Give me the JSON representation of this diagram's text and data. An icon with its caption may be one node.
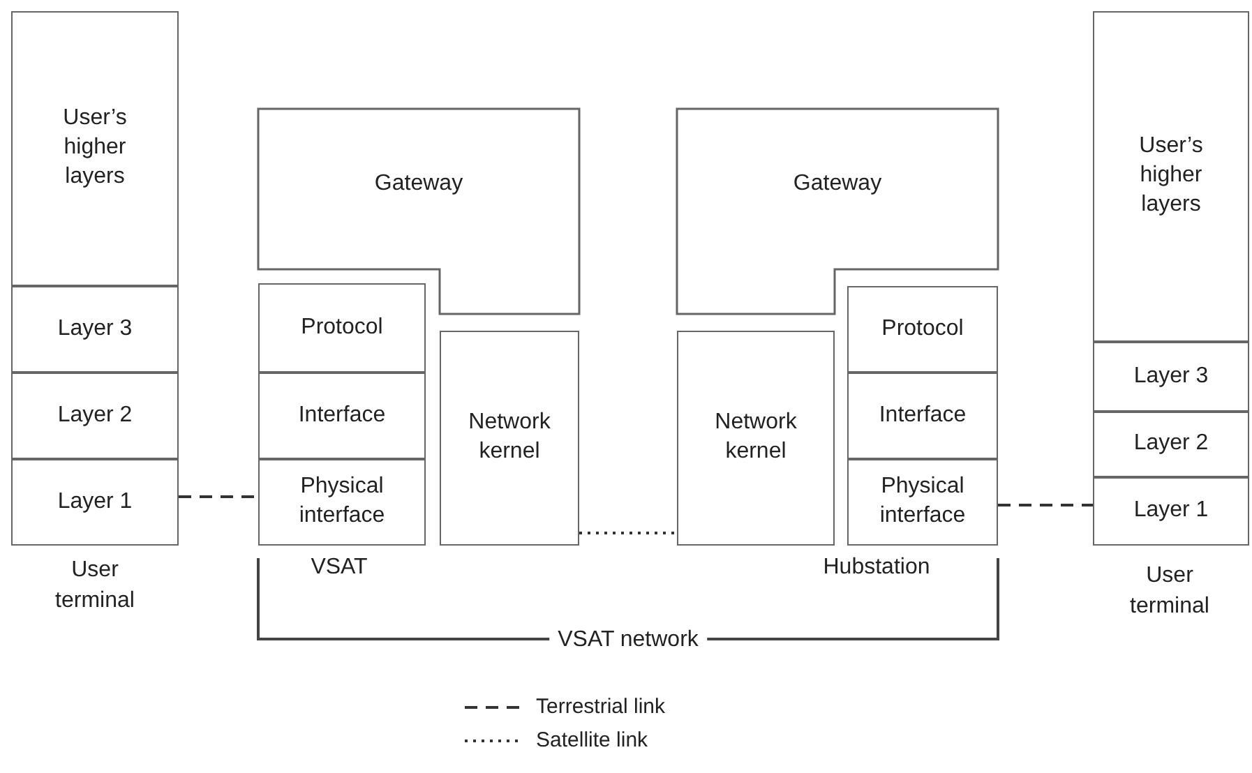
{
  "diagram": {
    "nodes": [
      {
        "text": [
          "User’s higher layers"
        ]
      },
      {
        "text": [
          "Layer 3"
        ]
      },
      {
        "text": [
          "Layer 2"
        ]
      },
      {
        "text": [
          "Layer 1"
        ]
      },
      {
        "text": [
          "Gateway"
        ]
      },
      {
        "text": [
          "Protocol"
        ]
      },
      {
        "text": [
          "Interface"
        ]
      },
      {
        "text": [
          "Physical interface"
        ]
      },
      {
        "text": [
          "Network kernel"
        ]
      },
      {
        "text": [
          "Network kernel"
        ]
      },
      {
        "text": [
          "Gateway"
        ]
      },
      {
        "text": [
          "Protocol"
        ]
      },
      {
        "text": [
          "Interface"
        ]
      },
      {
        "text": [
          "Physical interface"
        ]
      },
      {
        "text": [
          "User’s higher layers"
        ]
      },
      {
        "text": [
          "Layer 3"
        ]
      },
      {
        "text": [
          "Layer 2"
        ]
      },
      {
        "text": [
          "Layer 1"
        ]
      }
    ],
    "edges": [
      {
        "from": 3,
        "to": 7,
        "arrow": "none",
        "style": "dashed"
      },
      {
        "from": 8,
        "to": 9,
        "arrow": "none"
      },
      {
        "from": 13,
        "to": 17,
        "arrow": "none",
        "style": "dashed"
      }
    ],
    "labels": [
      "User terminal",
      "VSAT",
      "Hubstation",
      "User terminal",
      "VSAT network"
    ],
    "legend": [
      {
        "text": "Terrestrial link"
      },
      {
        "text": "Satellite link"
      }
    ]
  }
}
